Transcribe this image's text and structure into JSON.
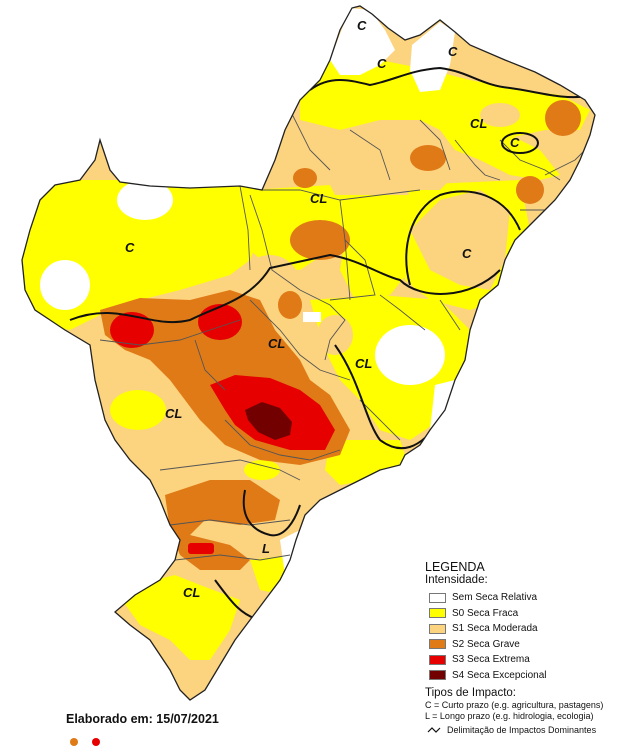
{
  "legend": {
    "title": "LEGENDA",
    "intensity_label": "Intensidade:",
    "categories": [
      {
        "label": "Sem Seca Relativa",
        "color": "#ffffff"
      },
      {
        "label": "S0 Seca Fraca",
        "color": "#ffff00"
      },
      {
        "label": "S1 Seca Moderada",
        "color": "#fcd37f"
      },
      {
        "label": "S2 Seca Grave",
        "color": "#e07a17"
      },
      {
        "label": "S3 Seca Extrema",
        "color": "#e60000"
      },
      {
        "label": "S4 Seca Excepcional",
        "color": "#730000"
      }
    ],
    "impact_title": "Tipos de Impacto:",
    "impact_short": "C = Curto prazo (e.g. agricultura, pastagens)",
    "impact_long": "L = Longo prazo (e.g. hidrologia, ecologia)",
    "delimitation": "Delimitação de Impactos Dominantes"
  },
  "credit": "Elaborado em: 15/07/2021",
  "map_labels": [
    "C",
    "C",
    "C",
    "CL",
    "C",
    "CL",
    "C",
    "CL",
    "C",
    "CL",
    "CL",
    "L",
    "CL"
  ],
  "palette": {
    "outline": "#222222",
    "state_border": "#555555",
    "impact_line": "#111111"
  }
}
